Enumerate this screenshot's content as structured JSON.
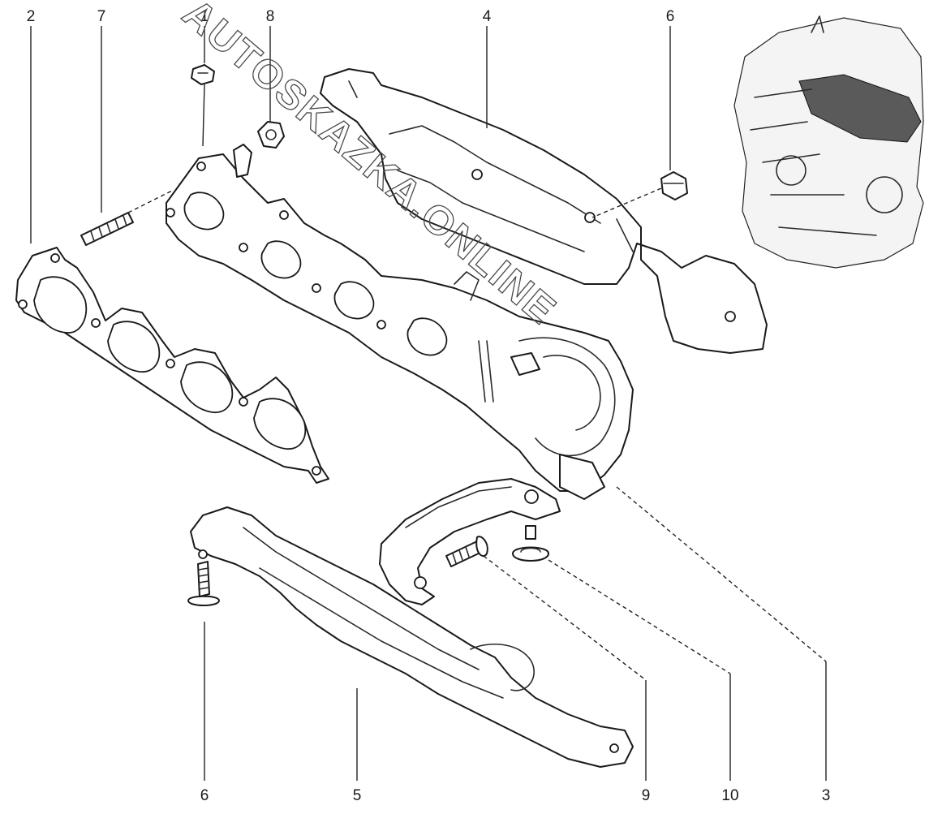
{
  "callouts": {
    "c2": "2",
    "c7": "7",
    "c1": "1",
    "c8": "8",
    "c4": "4",
    "c6_top": "6",
    "c6_bottom": "6",
    "c5": "5",
    "c9": "9",
    "c10": "10",
    "c3": "3"
  },
  "watermark": "AUTOSKAZKA.ONLINE"
}
